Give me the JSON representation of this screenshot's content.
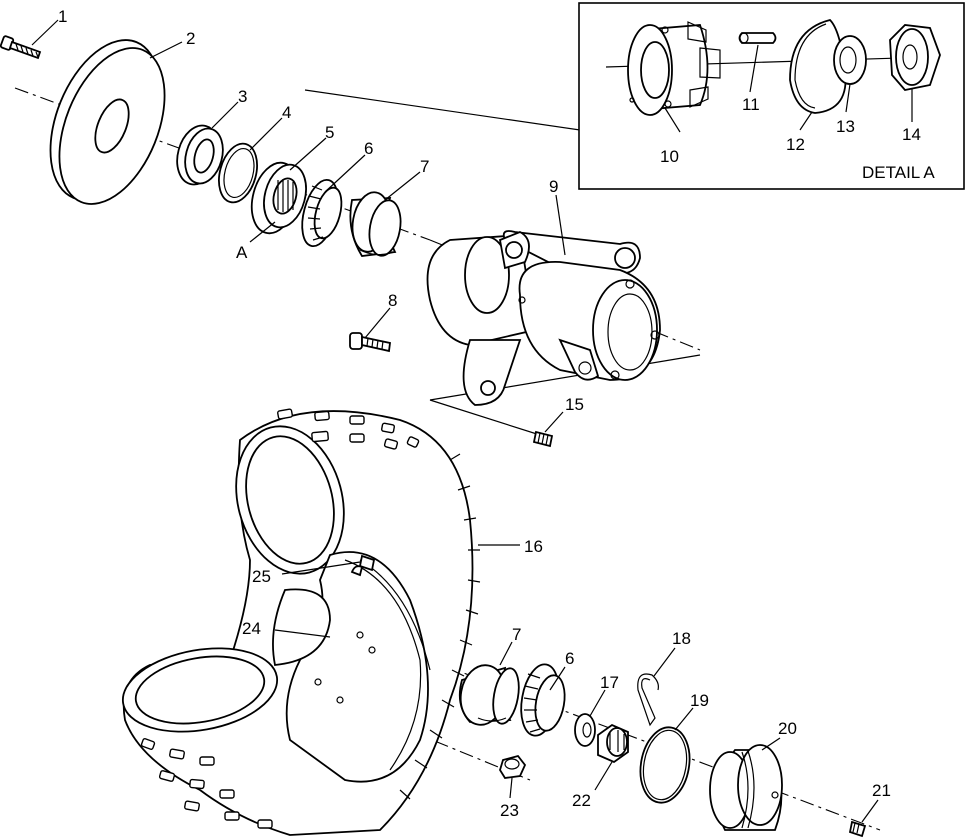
{
  "diagram": {
    "callouts": [
      "1",
      "2",
      "3",
      "4",
      "5",
      "6",
      "7",
      "8",
      "9",
      "10",
      "11",
      "12",
      "13",
      "14",
      "15",
      "16",
      "17",
      "18",
      "19",
      "20",
      "21",
      "22",
      "23",
      "24",
      "25"
    ],
    "callout_6b": "6",
    "callout_7b": "7",
    "label_a": "A",
    "detail_title": "DETAIL A"
  }
}
